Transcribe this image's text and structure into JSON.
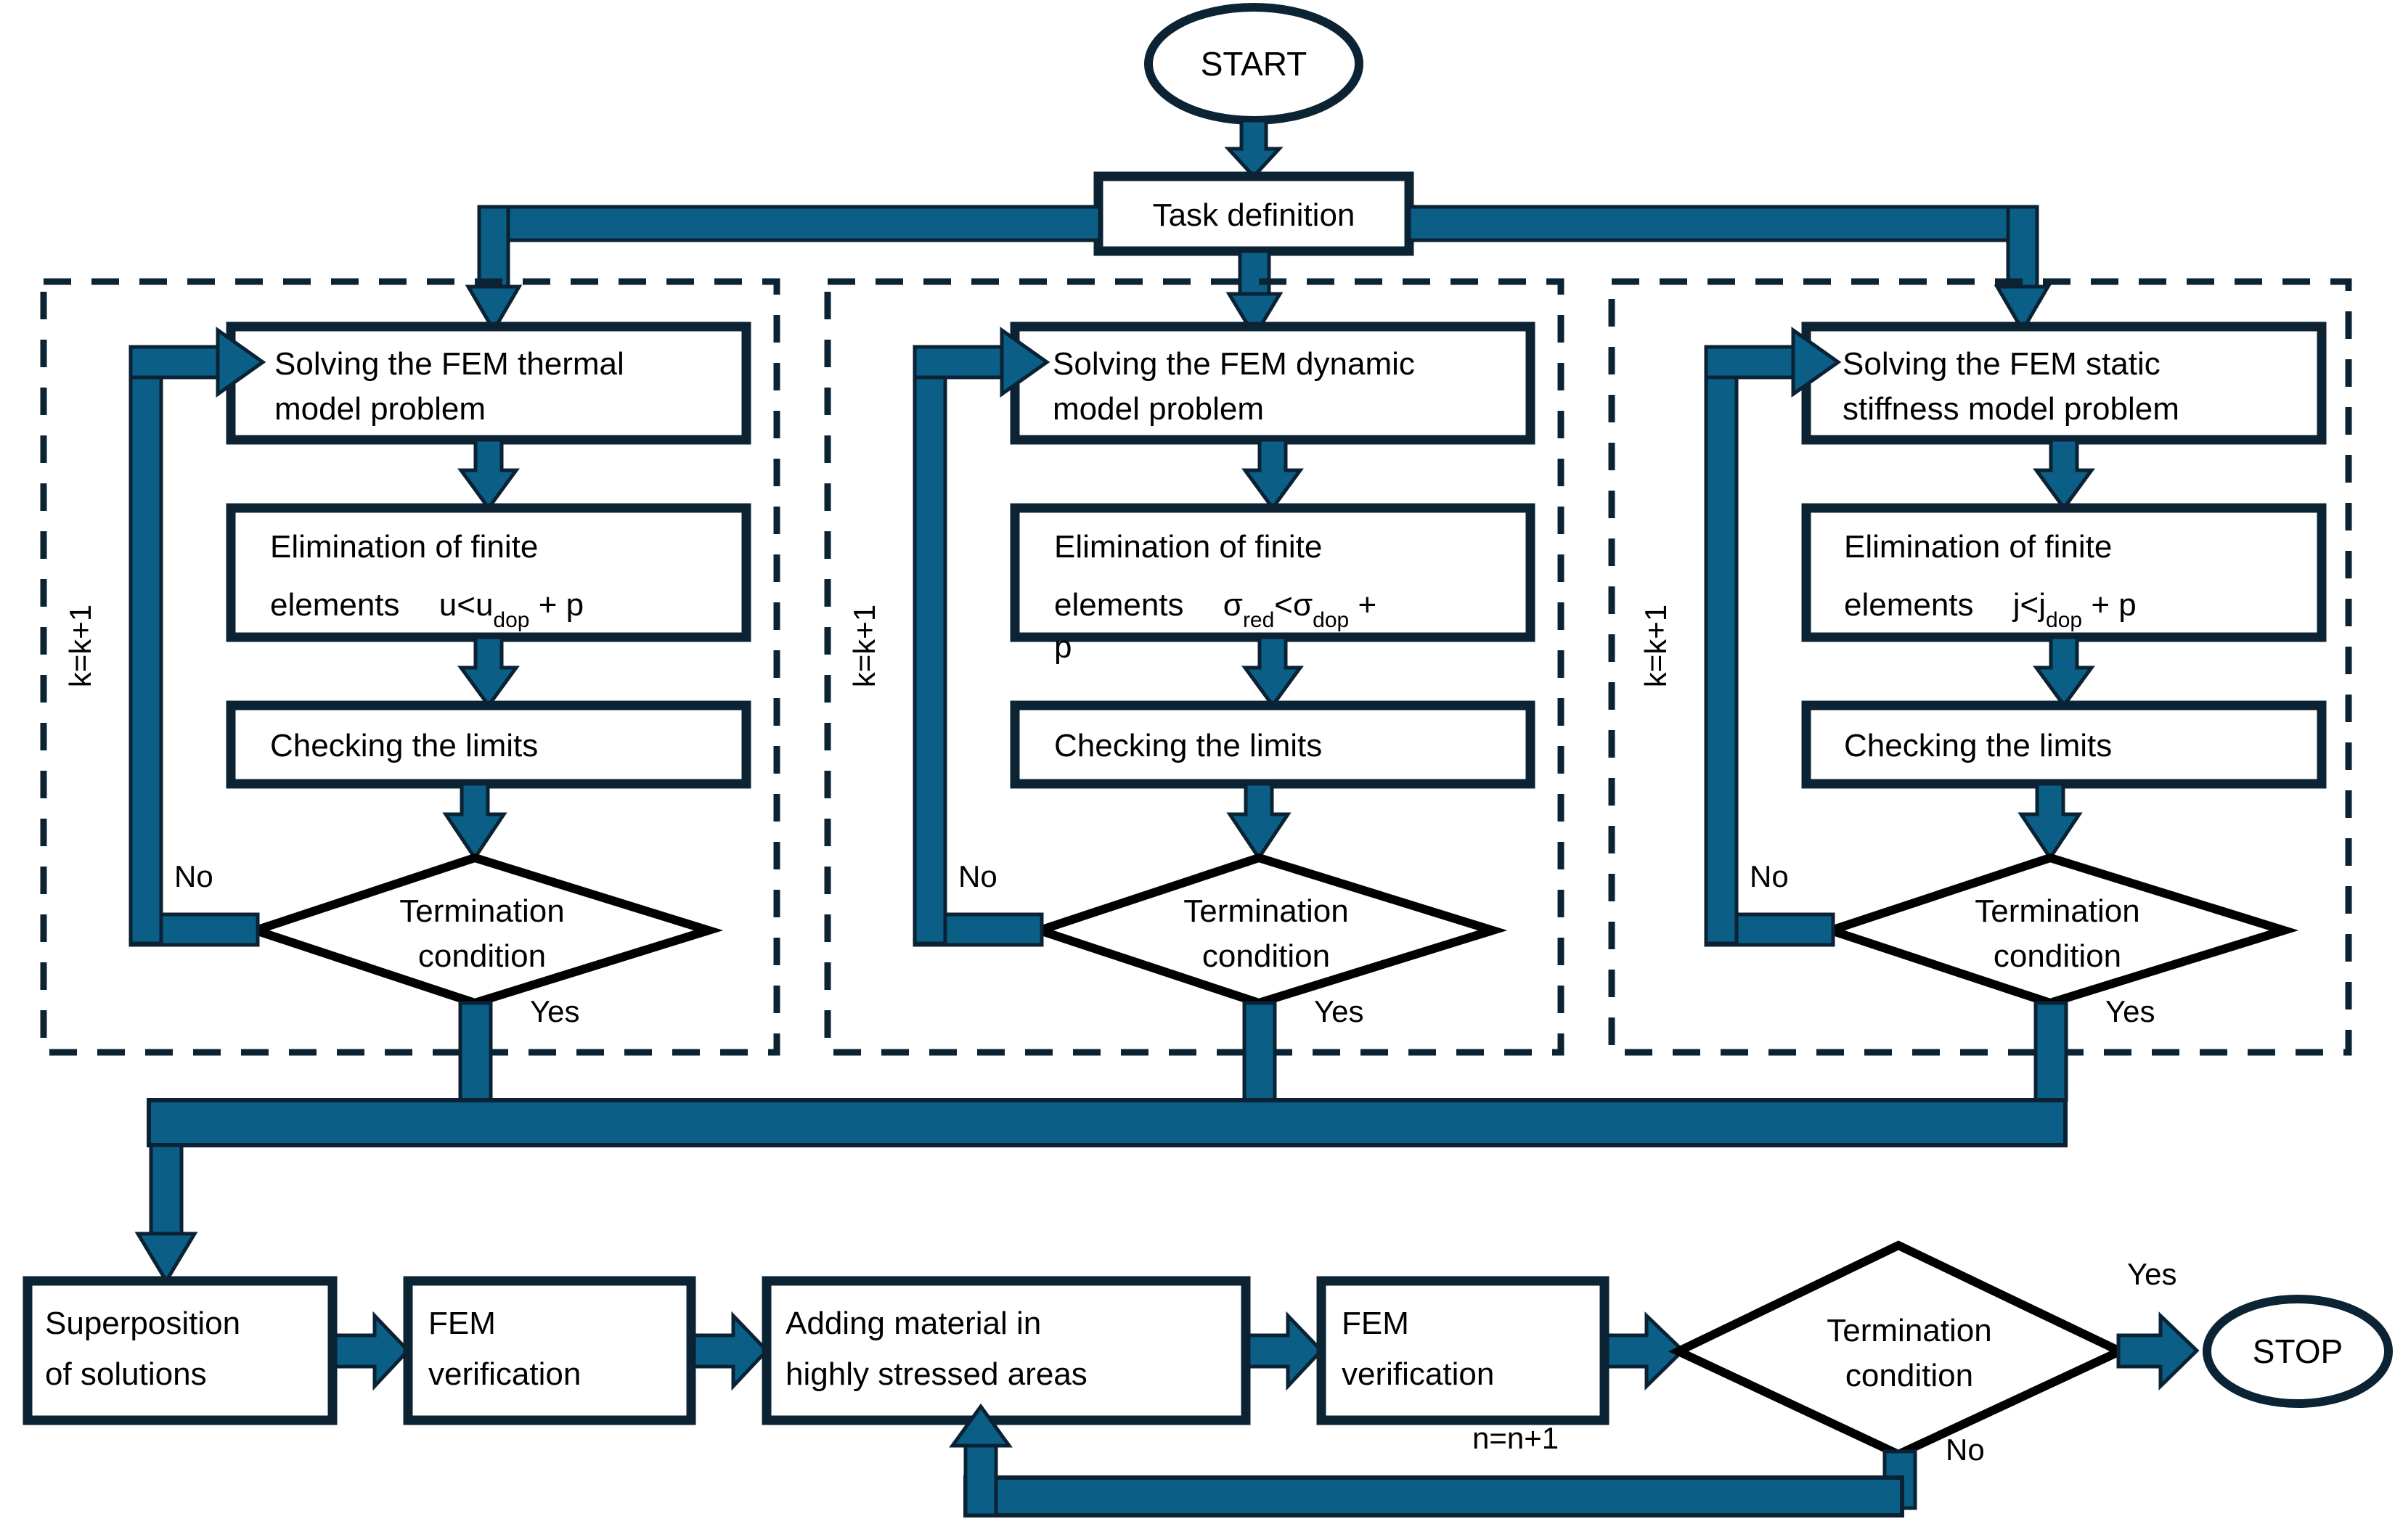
{
  "diagram": {
    "title": "FEM topology optimization flowchart",
    "colors": {
      "arrow_fill": "#0B5F87",
      "arrow_stroke": "#0A2233",
      "box_border": "#0C2334",
      "diamond_border": "#000000",
      "terminator_border": "#0C2334",
      "dashed_group_border": "#0C2334",
      "text": "#000000",
      "background": "#FFFFFF"
    },
    "start": {
      "label": "START"
    },
    "stop": {
      "label": "STOP"
    },
    "task": {
      "label": "Task definition"
    },
    "branches": [
      {
        "id": "thermal",
        "loop_label": "k=k+1",
        "solve": "Solving the FEM thermal model problem",
        "solve_line1": "Solving the FEM thermal",
        "solve_line2": "model problem",
        "eliminate_line1": "Elimination of finite",
        "eliminate_line2_prefix": "elements",
        "eliminate_expr_pre": "u<u",
        "eliminate_expr_sub": "dop",
        "eliminate_expr_post": " + p",
        "eliminate_overflow": "",
        "checking": "Checking the limits",
        "decision_line1": "Termination",
        "decision_line2": "condition",
        "no_label": "No",
        "yes_label": "Yes"
      },
      {
        "id": "dynamic",
        "loop_label": "k=k+1",
        "solve": "Solving the FEM dynamic model problem",
        "solve_line1": "Solving the FEM dynamic",
        "solve_line2": "model problem",
        "eliminate_line1": "Elimination of finite",
        "eliminate_line2_prefix": "elements",
        "eliminate_expr_pre": "σ",
        "eliminate_expr_sub": "red",
        "eliminate_expr_mid": "<σ",
        "eliminate_expr_sub2": "dop",
        "eliminate_expr_post": " +",
        "eliminate_overflow": "p",
        "checking": "Checking the limits",
        "decision_line1": "Termination",
        "decision_line2": "condition",
        "no_label": "No",
        "yes_label": "Yes"
      },
      {
        "id": "static",
        "loop_label": "k=k+1",
        "solve": "Solving the FEM static stiffness model problem",
        "solve_line1": "Solving the FEM static",
        "solve_line2": "stiffness model problem",
        "eliminate_line1": "Elimination of finite",
        "eliminate_line2_prefix": "elements",
        "eliminate_expr_pre": "j<j",
        "eliminate_expr_sub": "dop",
        "eliminate_expr_post": " + p",
        "eliminate_overflow": "",
        "checking": "Checking the limits",
        "decision_line1": "Termination",
        "decision_line2": "condition",
        "no_label": "No",
        "yes_label": "Yes"
      }
    ],
    "bottom": {
      "superposition_line1": "Superposition",
      "superposition_line2": "of solutions",
      "fem_verification_1_line1": "FEM",
      "fem_verification_1_line2": "verification",
      "adding_line1": "Adding material in",
      "adding_line2": "highly stressed areas",
      "fem_verification_2_line1": "FEM",
      "fem_verification_2_line2": "verification",
      "decision_line1": "Termination",
      "decision_line2": "condition",
      "yes_label": "Yes",
      "no_label": "No",
      "loop_label": "n=n+1"
    }
  }
}
